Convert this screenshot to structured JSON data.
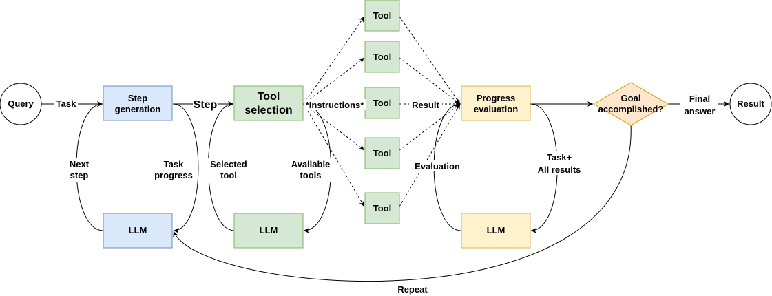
{
  "nodes": {
    "query": "Query",
    "step_generation": [
      "Step",
      "generation"
    ],
    "step_llm": "LLM",
    "tool_selection": [
      "Tool",
      "selection"
    ],
    "tool_llm": "LLM",
    "tool_1": "Tool",
    "tool_2": "Tool",
    "tool_3": "Tool",
    "tool_4": "Tool",
    "tool_5": "Tool",
    "progress_evaluation": [
      "Progress",
      "evaluation"
    ],
    "progress_llm": "LLM",
    "goal_decision": [
      "Goal",
      "accomplished?"
    ],
    "result": "Result"
  },
  "edges": {
    "task": "Task",
    "step": "Step",
    "next_step": [
      "Next",
      "step"
    ],
    "task_progress": [
      "Task",
      "progress"
    ],
    "selected_tool": [
      "Selected",
      "tool"
    ],
    "available_tools": [
      "Available",
      "tools"
    ],
    "instructions": "*Instructions*",
    "result": "Result",
    "evaluation": "Evaluation",
    "task_all_results": [
      "Task+",
      "All results"
    ],
    "final_answer": [
      "Final",
      "answer"
    ],
    "repeat": "Repeat"
  },
  "colors": {
    "blue_fill": "#dae8fc",
    "blue_stroke": "#6c8ebf",
    "green_fill": "#d5e8d4",
    "green_stroke": "#82b366",
    "yellow_fill": "#fff2cc",
    "yellow_stroke": "#d6b656",
    "orange_fill": "#ffe6cc",
    "orange_stroke": "#d79b00"
  }
}
